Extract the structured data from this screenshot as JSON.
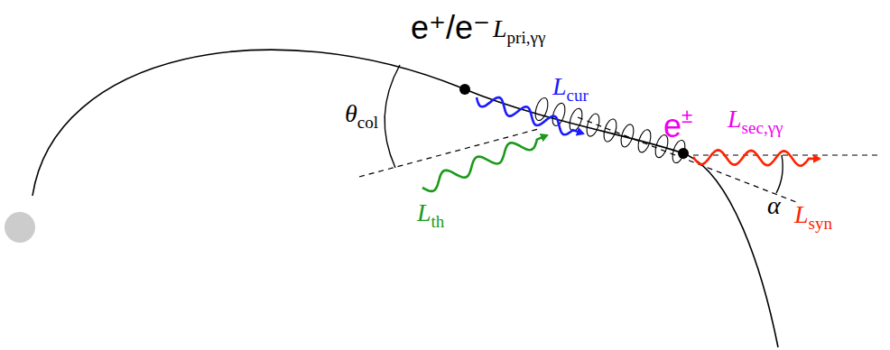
{
  "diagram": {
    "labels": [
      "e⁺/e⁻",
      "Lpri,γγ",
      "Lcur",
      "θcol",
      "Lth",
      "e±",
      "Lsec,γγ",
      "Lsyn",
      "α"
    ]
  }
}
